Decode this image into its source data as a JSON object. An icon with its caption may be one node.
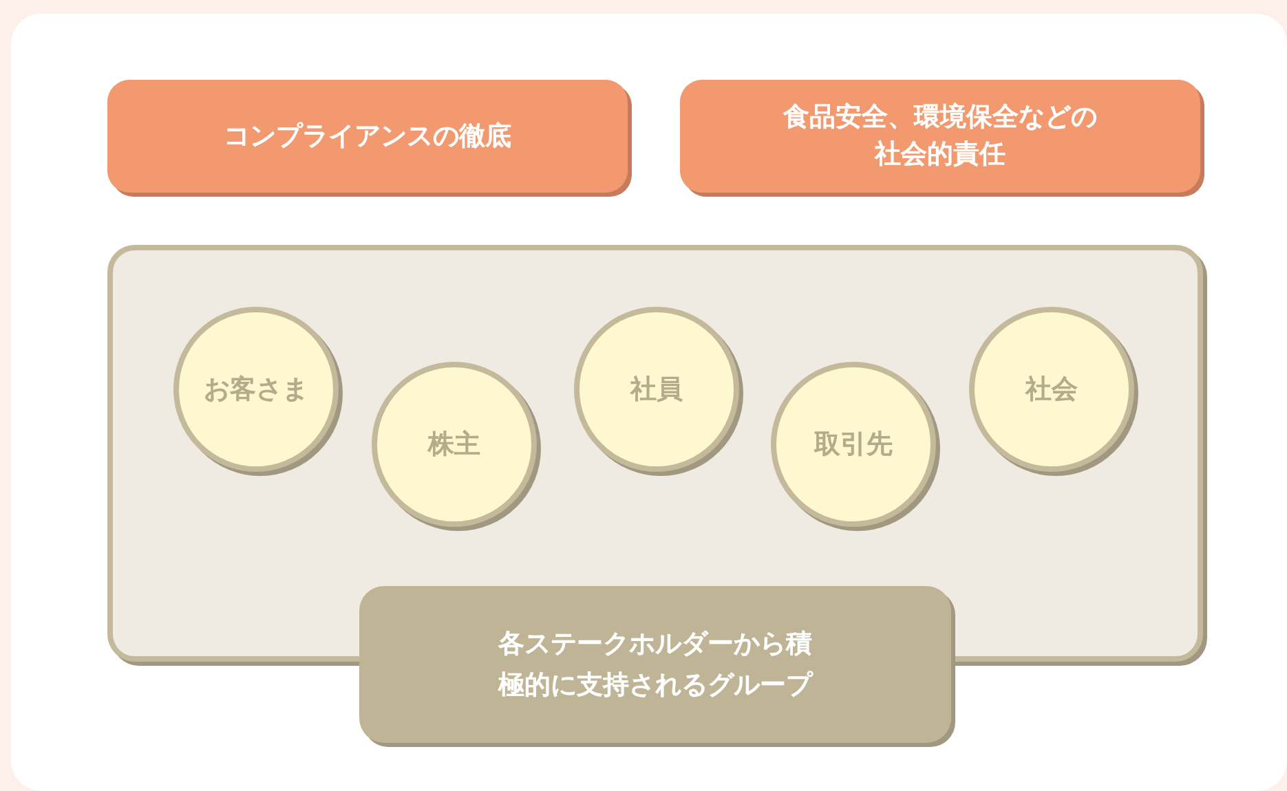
{
  "diagram": {
    "nodes": [
      {
        "text": [
          "コンプライアンスの徹底"
        ]
      },
      {
        "text": [
          "食品安全、環境保全などの社会的責任"
        ]
      },
      {
        "text": [],
        "shape": "box"
      },
      {
        "text": [
          "お客さま"
        ],
        "in": 2
      },
      {
        "text": [
          "株主"
        ],
        "in": 2
      },
      {
        "text": [
          "社員"
        ],
        "in": 2
      },
      {
        "text": [
          "取引先"
        ],
        "in": 2
      },
      {
        "text": [
          "社会"
        ],
        "in": 2
      },
      {
        "text": [
          "各ステークホルダーから積極的に支持されるグループ"
        ]
      }
    ]
  }
}
